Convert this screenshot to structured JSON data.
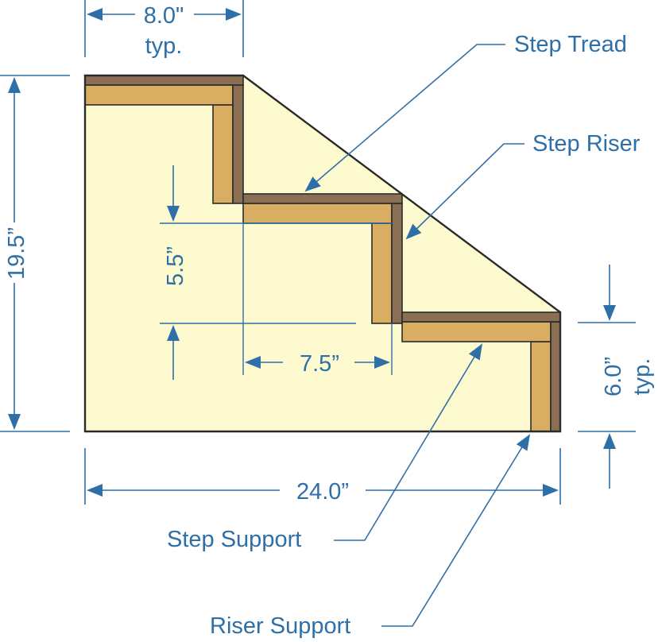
{
  "colors": {
    "background_panel": "#fdfad0",
    "wood_light": "#d9ae63",
    "wood_dark": "#8a6f55",
    "outline": "#2b2b2b",
    "dimension_blue": "#2f6fa8"
  },
  "dimensions": {
    "top_width": "8.0\"",
    "top_width_note": "typ.",
    "total_height": "19.5”",
    "step_height": "5.5”",
    "step_depth": "7.5”",
    "riser_height": "6.0”",
    "riser_height_note": "typ.",
    "total_width": "24.0”"
  },
  "callouts": {
    "step_tread": "Step Tread",
    "step_riser": "Step Riser",
    "step_support": "Step Support",
    "riser_support": "Riser Support"
  }
}
